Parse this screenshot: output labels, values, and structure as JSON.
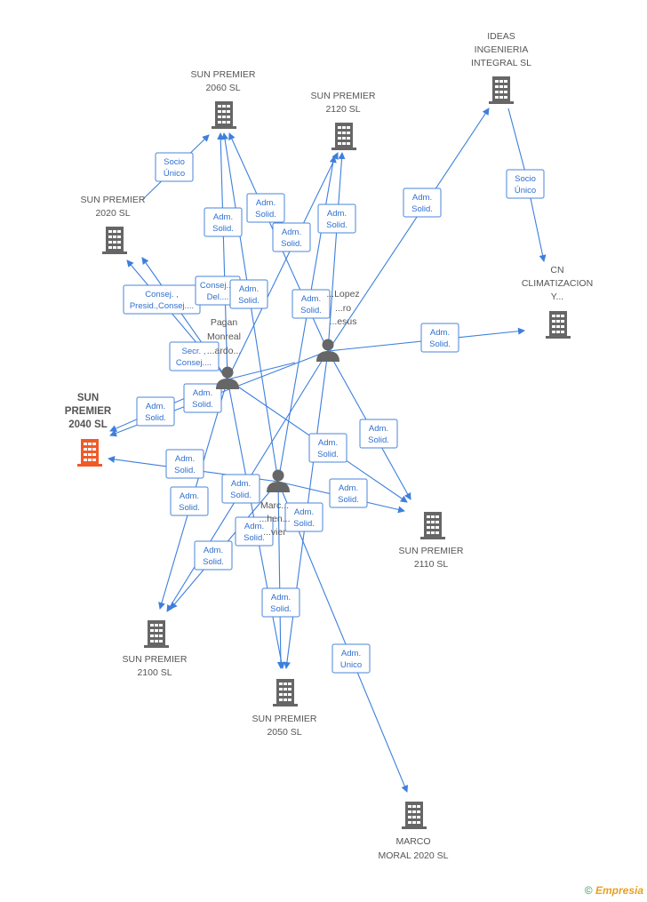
{
  "colors": {
    "edge": "#3d7fdc",
    "building": "#666666",
    "focus_building": "#f05a28",
    "person": "#666666"
  },
  "nodes": [
    {
      "id": "sp2060",
      "type": "company",
      "label": [
        "SUN PREMIER",
        "2060 SL"
      ]
    },
    {
      "id": "sp2120",
      "type": "company",
      "label": [
        "SUN PREMIER",
        "2120 SL"
      ]
    },
    {
      "id": "ideas",
      "type": "company",
      "label": [
        "IDEAS",
        "INGENIERIA",
        "INTEGRAL  SL"
      ]
    },
    {
      "id": "sp2020",
      "type": "company",
      "label": [
        "SUN PREMIER",
        "2020 SL"
      ]
    },
    {
      "id": "cn",
      "type": "company",
      "label": [
        "CN",
        "CLIMATIZACION",
        "Y..."
      ]
    },
    {
      "id": "sp2040",
      "type": "company",
      "focus": true,
      "label": [
        "SUN",
        "PREMIER",
        "2040 SL"
      ]
    },
    {
      "id": "sp2110",
      "type": "company",
      "label": [
        "SUN PREMIER",
        "2110 SL"
      ]
    },
    {
      "id": "sp2100",
      "type": "company",
      "label": [
        "SUN PREMIER",
        "2100 SL"
      ]
    },
    {
      "id": "sp2050",
      "type": "company",
      "label": [
        "SUN PREMIER",
        "2050 SL"
      ]
    },
    {
      "id": "mm2020",
      "type": "company",
      "label": [
        "MARCO",
        "MORAL 2020 SL"
      ]
    },
    {
      "id": "pagan",
      "type": "person",
      "label": [
        "Pagan",
        "Monreal",
        "...ardo..."
      ]
    },
    {
      "id": "lopez",
      "type": "person",
      "label": [
        "...Lopez",
        "...ro",
        "...esus"
      ]
    },
    {
      "id": "marco",
      "type": "person",
      "label": [
        "Marc...",
        "...hen...",
        "...vier"
      ]
    }
  ],
  "relations": [
    {
      "text": [
        "Socio",
        "Único"
      ]
    },
    {
      "text": [
        "Adm.",
        "Solid."
      ]
    },
    {
      "text": [
        "Adm.",
        "Solid."
      ]
    },
    {
      "text": [
        "Adm.",
        "Solid."
      ]
    },
    {
      "text": [
        "Adm.",
        "Solid."
      ]
    },
    {
      "text": [
        "Socio",
        "Único"
      ]
    },
    {
      "text": [
        "Adm.",
        "Solid."
      ]
    },
    {
      "text": [
        "Consej. ,",
        "Presid.,Consej...."
      ]
    },
    {
      "text": [
        "Consej....",
        "Del...."
      ]
    },
    {
      "text": [
        "Adm.",
        "Solid."
      ]
    },
    {
      "text": [
        "Adm.",
        "Solid."
      ]
    },
    {
      "text": [
        "Adm.",
        "Solid."
      ]
    },
    {
      "text": [
        "Secr. ,",
        "Consej...."
      ]
    },
    {
      "text": [
        "Adm.",
        "Solid."
      ]
    },
    {
      "text": [
        "Adm.",
        "Solid."
      ]
    },
    {
      "text": [
        "Adm.",
        "Solid."
      ]
    },
    {
      "text": [
        "Adm.",
        "Solid."
      ]
    },
    {
      "text": [
        "Adm.",
        "Solid."
      ]
    },
    {
      "text": [
        "Adm.",
        "Solid."
      ]
    },
    {
      "text": [
        "Adm.",
        "Solid."
      ]
    },
    {
      "text": [
        "Adm.",
        "Solid."
      ]
    },
    {
      "text": [
        "Adm.",
        "Solid."
      ]
    },
    {
      "text": [
        "Adm.",
        "Solid."
      ]
    },
    {
      "text": [
        "Adm.",
        "Solid."
      ]
    },
    {
      "text": [
        "Adm.",
        "Solid."
      ]
    },
    {
      "text": [
        "Adm.",
        "Unico"
      ]
    }
  ],
  "footer": {
    "copyright": "©",
    "brand": "Empresia"
  }
}
